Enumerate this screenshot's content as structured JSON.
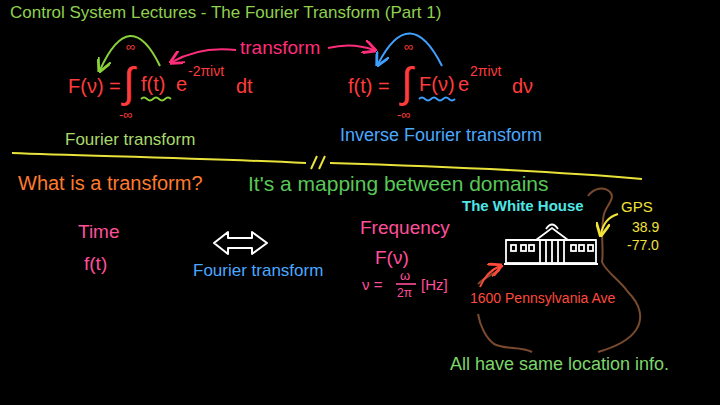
{
  "diagram": {
    "title": "Control System Lectures - The Fourier Transform (Part 1)",
    "labels": [
      "transform",
      "F(ν) =",
      "∞",
      "∫",
      "-∞",
      "f(t)",
      "e",
      "-2πiνt",
      "dt",
      "f(t) =",
      "∞",
      "∫",
      "-∞",
      "F(ν)",
      "e",
      "2πiνt",
      "dν",
      "Fourier transform",
      "Inverse Fourier transform",
      "What is a transform?",
      "It's a mapping between domains",
      "Time",
      "f(t)",
      "Fourier transform",
      "Frequency",
      "F(ν)",
      "ν =",
      "ω",
      "2π",
      "[Hz]",
      "The White House",
      "GPS",
      "38.9",
      "-77.0",
      "1600 Pennsylvania Ave",
      "All have same location info."
    ]
  }
}
